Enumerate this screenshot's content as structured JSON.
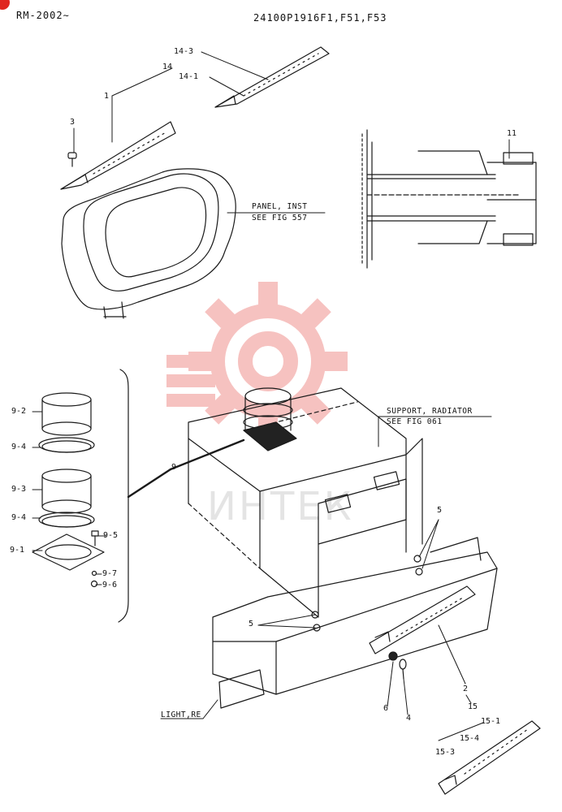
{
  "header": {
    "model": "RM-2002∼",
    "part_number": "24100P1916F1,F51,F53"
  },
  "references": {
    "panel_inst": [
      "PANEL, INST",
      "SEE FIG 557"
    ],
    "support_radiator": [
      "SUPPORT, RADIATOR",
      "SEE FIG 061"
    ],
    "light_re": "LIGHT,RE"
  },
  "callouts": {
    "c14_3": "14-3",
    "c14": "14",
    "c14_1": "14-1",
    "c1": "1",
    "c3": "3",
    "c11": "11",
    "c9_2": "9-2",
    "c9_4a": "9-4",
    "c9_3": "9-3",
    "c9_4b": "9-4",
    "c9_1": "9-1",
    "c9_5": "9-5",
    "c9_7": "9-7",
    "c9_6": "9-6",
    "c9": "9",
    "c5_right": "5",
    "c5_left": "5",
    "c6": "6",
    "c4": "4",
    "c2": "2",
    "c15": "15",
    "c15_1": "15-1",
    "c15_4": "15-4",
    "c15_3": "15-3"
  },
  "watermark": {
    "text": "ИНТЕК",
    "color": "#e0261f"
  }
}
